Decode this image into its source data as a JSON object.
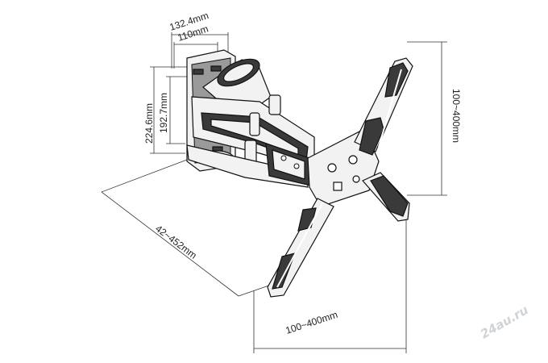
{
  "dimensions": {
    "top_width_outer": "132.4mm",
    "top_width_inner": "110mm",
    "height_outer": "224.6mm",
    "height_inner": "192.7mm",
    "extension": "42~452mm",
    "vesa_vertical": "100~400mm",
    "vesa_horizontal": "100~400mm"
  },
  "watermark": "24au.ru"
}
